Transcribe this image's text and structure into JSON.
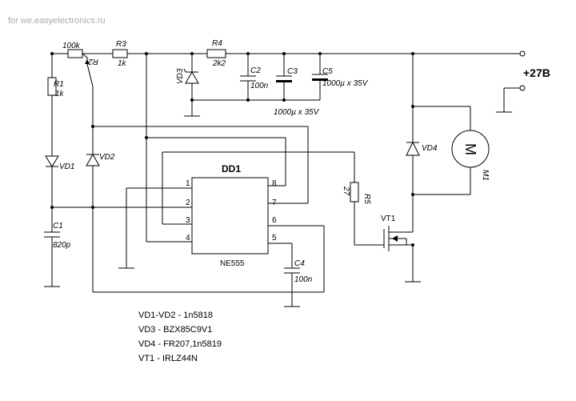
{
  "watermark": "for we.easyelectronics.ru",
  "components": {
    "r1": {
      "name": "R1",
      "value": "1k"
    },
    "r2": {
      "name": "R2",
      "value": "100k"
    },
    "r3": {
      "name": "R3",
      "value": "1k"
    },
    "r4": {
      "name": "R4",
      "value": "2k2"
    },
    "r5": {
      "name": "R5",
      "value": "27"
    },
    "c1": {
      "name": "C1",
      "value": "820p"
    },
    "c2": {
      "name": "C2",
      "value": "100n"
    },
    "c3": {
      "name": "C3",
      "value": "1000µ x 35V"
    },
    "c4": {
      "name": "C4",
      "value": "100n"
    },
    "c5": {
      "name": "C5",
      "value": "1000µ x 35V"
    },
    "vd1": {
      "name": "VD1"
    },
    "vd2": {
      "name": "VD2"
    },
    "vd3": {
      "name": "VD3"
    },
    "vd4": {
      "name": "VD4"
    },
    "vt1": {
      "name": "VT1"
    },
    "m1": {
      "name": "M1",
      "symbol": "M"
    },
    "dd1": {
      "name": "DD1",
      "part": "NE555",
      "pins": [
        "1",
        "2",
        "3",
        "4",
        "5",
        "6",
        "7",
        "8"
      ]
    }
  },
  "power_label": "+27B",
  "notes": [
    "VD1-VD2 - 1n5818",
    "VD3 - BZX85C9V1",
    "VD4 - FR207,1n5819",
    "VT1 - IRLZ44N"
  ]
}
